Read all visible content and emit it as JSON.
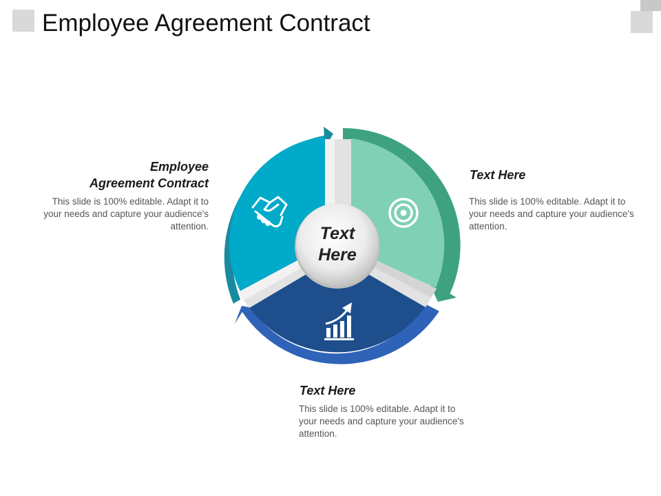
{
  "slide": {
    "title": "Employee Agreement Contract"
  },
  "center": {
    "line1": "Text",
    "line2": "Here"
  },
  "segments": [
    {
      "id": "teal",
      "color": "#00aac8",
      "arrow_color": "#1a8b9e",
      "icon": "handshake-icon"
    },
    {
      "id": "mint",
      "color": "#7fd0b4",
      "arrow_color": "#3ea27f",
      "icon": "target-icon"
    },
    {
      "id": "navy",
      "color": "#1e4e8c",
      "arrow_color": "#2e63b8",
      "icon": "growth-chart-icon"
    }
  ],
  "callouts": {
    "left": {
      "title_line1": "Employee",
      "title_line2": "Agreement Contract",
      "body": "This slide is 100% editable. Adapt it to your needs and capture your audience's attention."
    },
    "right": {
      "title": "Text Here",
      "body": "This slide is 100% editable. Adapt it to your needs and capture your audience's attention."
    },
    "bottom": {
      "title": "Text Here",
      "body": "This slide is 100% editable. Adapt it to your needs and capture your audience's attention."
    }
  }
}
